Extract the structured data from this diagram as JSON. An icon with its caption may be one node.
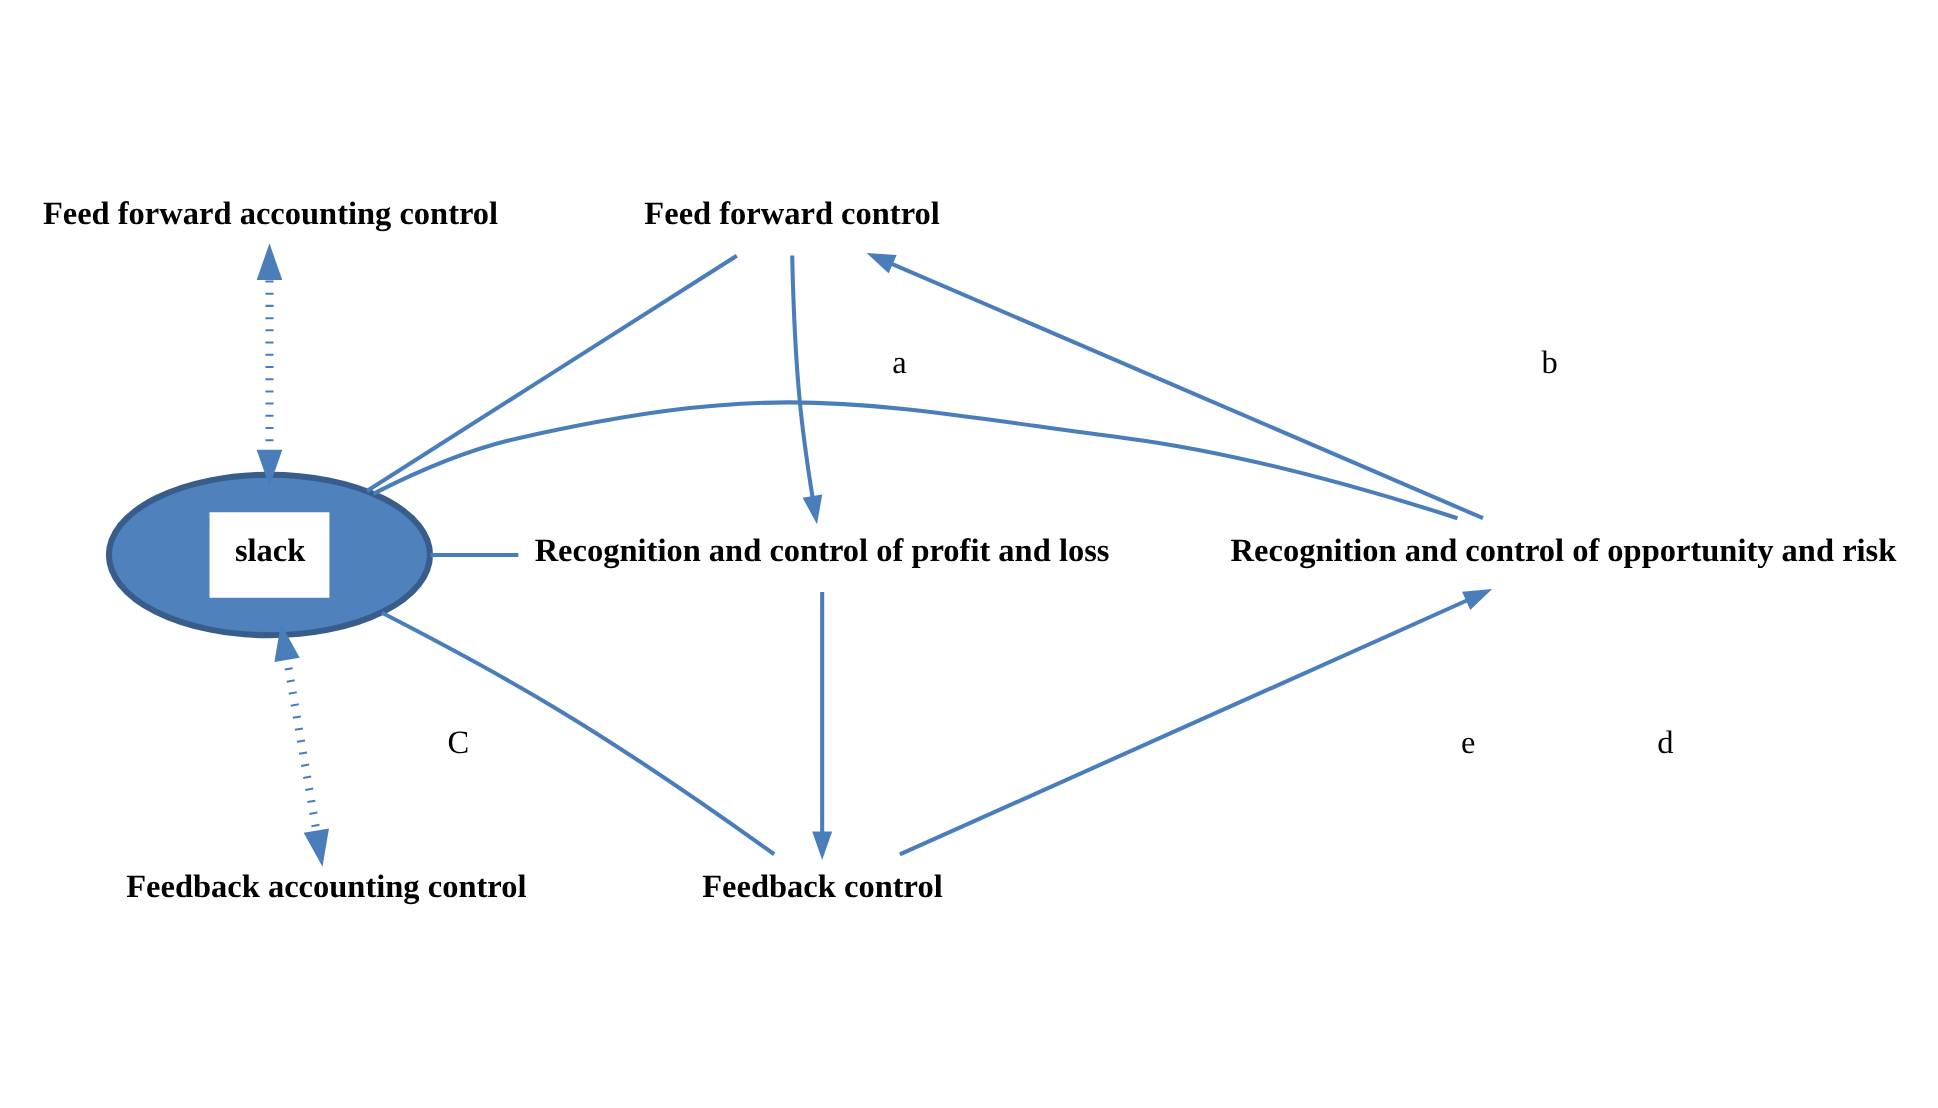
{
  "diagram": {
    "nodes": [
      {
        "text": [
          "Feed forward control"
        ]
      },
      {
        "text": [
          "Feed forward accounting control"
        ]
      },
      {
        "text": [
          "Recognition and control of profit and loss"
        ]
      },
      {
        "text": [
          "slack"
        ]
      },
      {
        "text": [
          "Recognition and control of opportunity and risk"
        ]
      },
      {
        "text": [
          "Feedback accounting control"
        ]
      },
      {
        "text": [
          "Feedback control"
        ]
      }
    ],
    "edges": [
      {
        "from": 3,
        "to": 0,
        "arrow": "none"
      },
      {
        "from": 3,
        "to": 2,
        "arrow": "none"
      },
      {
        "from": 3,
        "to": 4,
        "arrow": "none"
      },
      {
        "from": 3,
        "to": 6,
        "arrow": "none"
      },
      {
        "from": 0,
        "to": 2,
        "arrow": "to"
      },
      {
        "from": 2,
        "to": 6,
        "arrow": "to"
      },
      {
        "from": 6,
        "to": 4,
        "arrow": "to"
      },
      {
        "from": 4,
        "to": 0,
        "arrow": "to"
      },
      {
        "from": 3,
        "to": 1,
        "arrow": "both",
        "style": "dashed"
      },
      {
        "from": 3,
        "to": 5,
        "arrow": "both",
        "style": "dashed"
      }
    ],
    "labels": [
      "a",
      "b",
      "C",
      "e",
      "d"
    ]
  }
}
